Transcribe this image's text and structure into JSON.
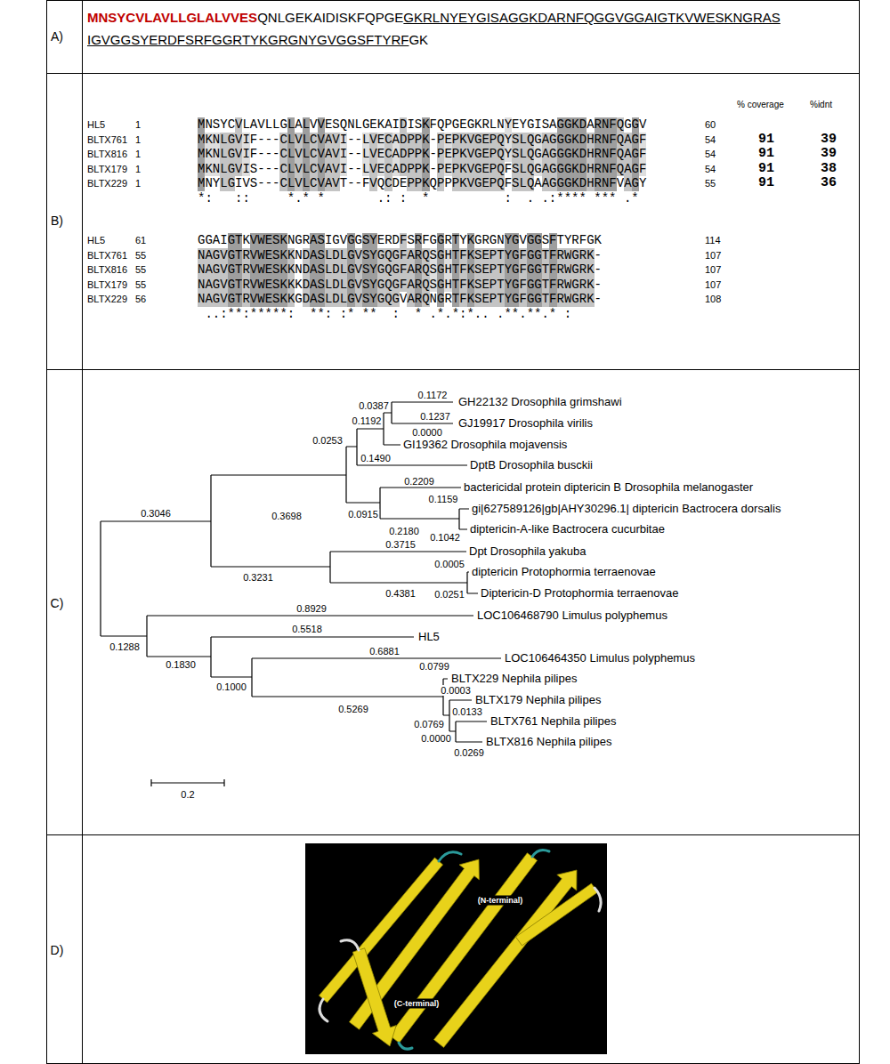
{
  "diagram": {
    "labels": [
      "A)",
      "MNSYCVLAVLLGLALVVES",
      "QNLGEKAIDISKFQPGE",
      "GKRLNYEYGISAGGKDARNFQGGVGGAIGTKVWESKNGRAS",
      "IGVGGSYERDFSRFGGRTYKGRGNYGVGGSFTYRF",
      "GK",
      "B)",
      "% coverage",
      "%idnt",
      "HL5",
      "1",
      "MNSYCVLAVLLGLALVVESQNLGEKAIDISKFQPGEGKRLNYEYGISAGGKDARNFQGGV",
      "60",
      "BLTX761",
      "1",
      "MKNLGVIF---CLVLCVAVI--LVECADPPK-PEPKVGEPQYSLQGAGGGKDHRNFQAGF",
      "54",
      "91",
      "39",
      "BLTX816",
      "1",
      "MKNLGVIF---CLVLCVAVI--LVECADPPK-PEPKVGEPQYSLQGAGGGKDHRNFQAGF",
      "54",
      "91",
      "39",
      "BLTX179",
      "1",
      "MKNLGVIS---CLVLCVAVI--LVECADPPK-PEPKVGEPQFSLQGAGGGKDHRNFQAGF",
      "54",
      "91",
      "38",
      "BLTX229",
      "1",
      "MNYLGIVS---CLVLCVAVT--FVQCDEPPKQPPPKVGEPQFSLQAAGGGKDHRNFVAGY",
      "55",
      "91",
      "36",
      "*:   ::     *.* *       .: :  *          :  . .:**** *** .*",
      "HL5",
      "61",
      "GGAIGTKVWESKNGRASIGVGGSYERDFSRFGGRTYKGRGNYGVGGSFTYRFGK",
      "114",
      "BLTX761",
      "55",
      "NAGVGTRVWESKKNDASLDLGVSYGQGFARQSGHTFKSEPTYGFGGTFRWGRK-",
      "107",
      "BLTX816",
      "55",
      "NAGVGTRVWESKKNDASLDLGVSYGQGFARQSGHTFKSEPTYGFGGTFRWGRK-",
      "107",
      "BLTX179",
      "55",
      "NAGVGTRVWESKKKDASLDLGVSYGQGFARQSGHTFKSEPTYGFGGTFRWGRK-",
      "107",
      "BLTX229",
      "56",
      "NAGVGTRVWESKKGDASLDLGVSYGQGVARQNGRTFKSEPTYGFGGTFRWGRK-",
      "108",
      " ..:**:*****:  **: :* **  :  * .*.*:*.. .**.**.* :",
      "C)",
      "0.1172",
      "GH22132 Drosophila grimshawi",
      "0.0387",
      "0.1237",
      "0.1192",
      "GJ19917 Drosophila virilis",
      "0.0000",
      "0.0253",
      "GI19362 Drosophila mojavensis",
      "0.1490",
      "DptB Drosophila busckii",
      "0.2209",
      "bactericidal protein diptericin B Drosophila melanogaster",
      "0.1159",
      "gi|627589126|gb|AHY30296.1| diptericin Bactrocera dorsalis",
      "0.3046",
      "0.0915",
      "0.3698",
      "diptericin-A-like Bactrocera cucurbitae",
      "0.2180",
      "0.1042",
      "0.3715",
      "Dpt Drosophila yakuba",
      "0.0005",
      "diptericin Protophormia terraenovae",
      "0.3231",
      "Diptericin-D Protophormia terraenovae",
      "0.0251",
      "0.4381",
      "0.8929",
      "LOC106468790 Limulus polyphemus",
      "0.5518",
      "HL5",
      "0.1288",
      "0.6881",
      "LOC106464350 Limulus polyphemus",
      "0.1830",
      "0.0799",
      "BLTX229 Nephila pilipes",
      "0.1000",
      "0.0003",
      "BLTX179 Nephila pilipes",
      "0.5269",
      "0.0133",
      "BLTX761 Nephila pilipes",
      "0.0769",
      "0.0000",
      "BLTX816 Nephila pilipes",
      "0.0269",
      "0.2",
      "D)",
      "(N-terminal)",
      "(C-terminal)"
    ]
  }
}
